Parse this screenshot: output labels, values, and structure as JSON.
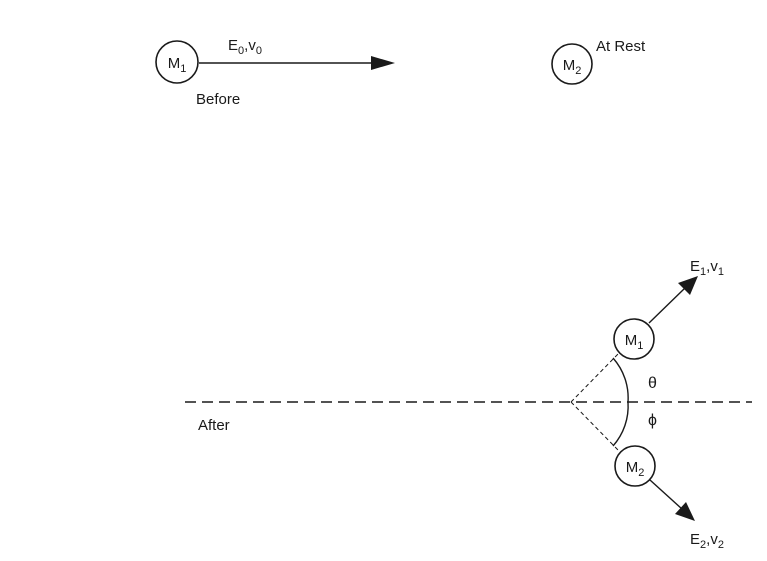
{
  "before": {
    "projectile": {
      "symbol": "M",
      "subscript": "1"
    },
    "energy_velocity": {
      "e": "E",
      "e_sub": "0",
      "sep": ",",
      "v": "v",
      "v_sub": "0"
    },
    "caption": "Before",
    "target": {
      "symbol": "M",
      "subscript": "2",
      "state": "At Rest"
    }
  },
  "after": {
    "caption": "After",
    "scattered": {
      "symbol": "M",
      "subscript": "1",
      "e": "E",
      "e_sub": "1",
      "sep": ",",
      "v": "v",
      "v_sub": "1",
      "angle": "θ"
    },
    "recoil": {
      "symbol": "M",
      "subscript": "2",
      "e": "E",
      "e_sub": "2",
      "sep": ",",
      "v": "v",
      "v_sub": "2",
      "angle": "ϕ"
    }
  }
}
